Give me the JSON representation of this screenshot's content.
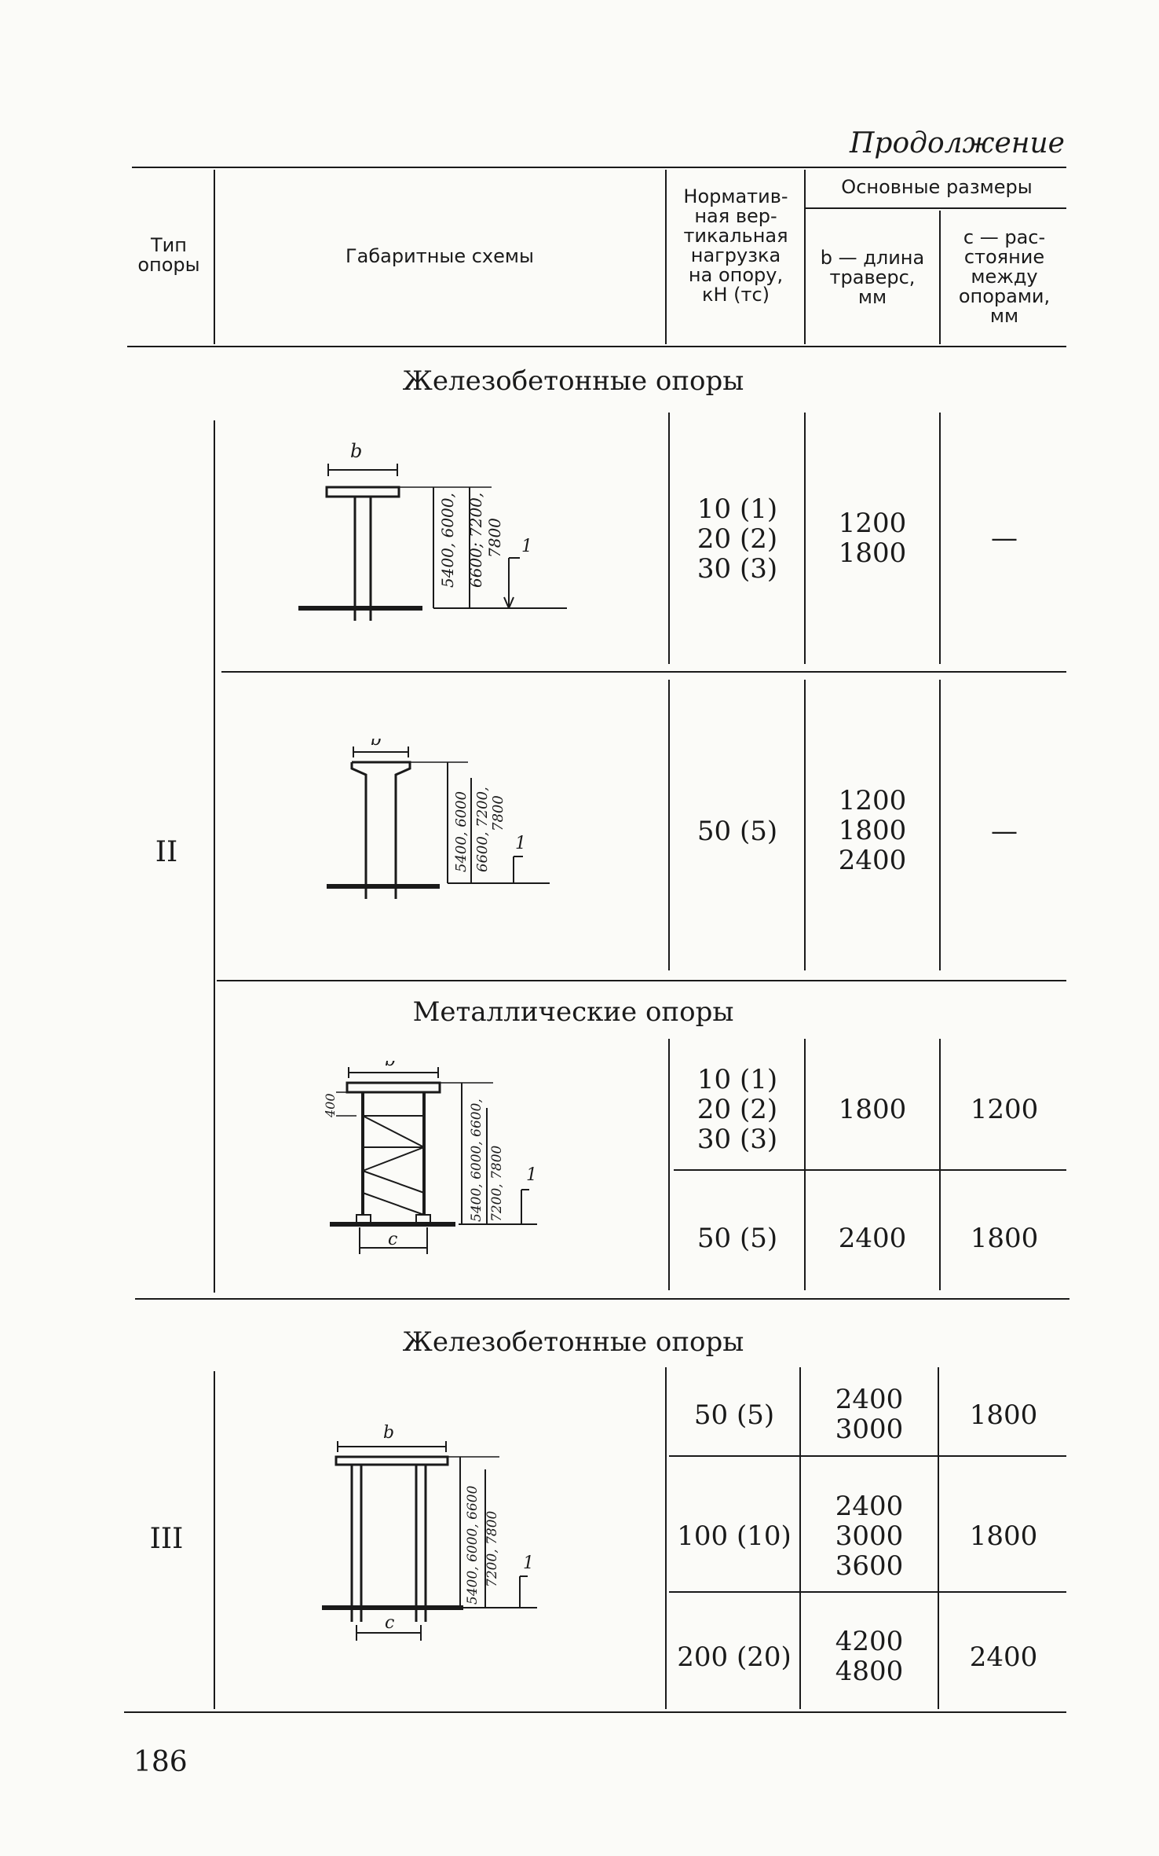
{
  "continuation": "Продолжение",
  "header": {
    "type": "Тип\nопоры",
    "schemes": "Габаритные схемы",
    "load": "Норматив-\nная вер-\nтикальная\nнагрузка\nна опору,\nкН (тс)",
    "main_sizes": "Основные размеры",
    "b_len": "b — длина\nтраверс,\nмм",
    "c_dist": "с — рас-\nстояние\nмежду\nопорами,\nмм"
  },
  "sections": {
    "rc1": "Железобетонные опоры",
    "metal": "Металлические опоры",
    "rc2": "Железобетонные опоры"
  },
  "types": {
    "t2": "II",
    "t3": "III"
  },
  "rows": [
    {
      "load": "10 (1)\n20 (2)\n30 (3)",
      "b": "1200\n1800",
      "c": "—"
    },
    {
      "load": "50 (5)",
      "b": "1200\n1800\n2400",
      "c": "—"
    },
    {
      "load": "10 (1)\n20 (2)\n30 (3)",
      "b": "1800",
      "c": "1200"
    },
    {
      "load": "50 (5)",
      "b": "2400",
      "c": "1800"
    },
    {
      "load": "50 (5)",
      "b": "2400\n3000",
      "c": "1800"
    },
    {
      "load": "100 (10)",
      "b": "2400\n3000\n3600",
      "c": "1800"
    },
    {
      "load": "200 (20)",
      "b": "4200\n4800",
      "c": "2400"
    }
  ],
  "diagrams": {
    "d1": {
      "b": "b",
      "dims1": "5400, 6000,",
      "dims2": "6600; 7200,",
      "dims3": "7800",
      "mark": "1"
    },
    "d2": {
      "b": "b",
      "dims1": "5400, 6000",
      "dims2": "6600, 7200,",
      "dims3": "7800",
      "mark": "1"
    },
    "d3": {
      "b": "b",
      "c": "c",
      "side": "400",
      "dims1": "5400, 6000, 6600,",
      "dims2": "7200, 7800",
      "mark": "1"
    },
    "d4": {
      "b": "b",
      "c": "c",
      "dims1": "5400, 6000, 6600",
      "dims2": "7200, 7800",
      "mark": "1"
    }
  },
  "page_number": "186"
}
